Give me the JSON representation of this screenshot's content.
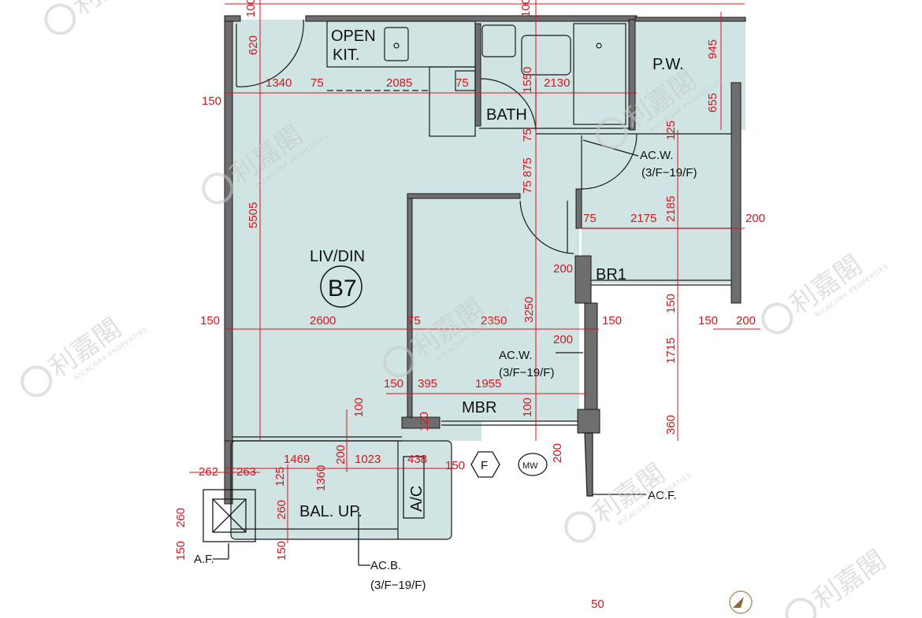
{
  "rooms": {
    "open_kitchen_line1": "OPEN",
    "open_kitchen_line2": "KIT.",
    "bath": "BATH",
    "pw": "P.W.",
    "living_dining": "LIV/DIN",
    "unit_code": "B7",
    "bedroom1": "BR1",
    "master_bedroom": "MBR",
    "balcony": "BAL. UP.",
    "ac_box": "A/C"
  },
  "annotations": {
    "acw_top_line1": "AC.W.",
    "acw_top_line2": "(3/F−19/F)",
    "acw_mid_line1": "AC.W.",
    "acw_mid_line2": "(3/F−19/F)",
    "acb_line1": "AC.B.",
    "acb_line2": "(3/F−19/F)",
    "acf": "AC.F.",
    "af": "A.F.",
    "fridge_symbol": "F",
    "microwave_symbol": "MW"
  },
  "dimensions": {
    "d100_top_left": "100",
    "d100_top_mid": "100",
    "d620": "620",
    "d1340": "1340",
    "d75_a": "75",
    "d2085": "2085",
    "d75_b": "75",
    "d1550": "1550",
    "d2130": "2130",
    "d945": "945",
    "d655": "655",
    "d150_left": "150",
    "d125_right": "125",
    "d75_c": "75",
    "d75_875": "75 875",
    "d5505": "5505",
    "d75_d": "75",
    "d2175": "2175",
    "d2185": "2185",
    "d200_right": "200",
    "d200_br1": "200",
    "d3250": "3250",
    "d150_br1": "150",
    "d150_mid_left": "150",
    "d2600": "2600",
    "d75_e": "75",
    "d2350": "2350",
    "d150_mid_right": "150",
    "d150_far_right": "150",
    "d200_far_right": "200",
    "d200_acw": "200",
    "d1715": "1715",
    "d150_mbr": "150",
    "d395": "395",
    "d1955": "1955",
    "d100_mbr_left": "100",
    "d100_mbr_mid": "100",
    "d120": "120",
    "d360": "360",
    "d1469": "1469",
    "d200_bal": "200",
    "d1023": "1023",
    "d438": "438",
    "d150_ac": "150",
    "d200_bottom": "200",
    "d262": "262",
    "d263": "263",
    "d125_bal": "125",
    "d1360": "1360",
    "d260_left": "260",
    "d260_right": "260",
    "d150_af_left": "150",
    "d150_af_right": "150",
    "d50": "50"
  },
  "watermark": {
    "brand_cn": "利嘉閣",
    "brand_en": "RICACORP PROPERTIES"
  },
  "colors": {
    "floor_fill": "#cfe4e3",
    "wall": "#6e6e6e",
    "dimension": "#d8141e",
    "outline": "#1a1a1a",
    "watermark": "#c9c9c9"
  }
}
